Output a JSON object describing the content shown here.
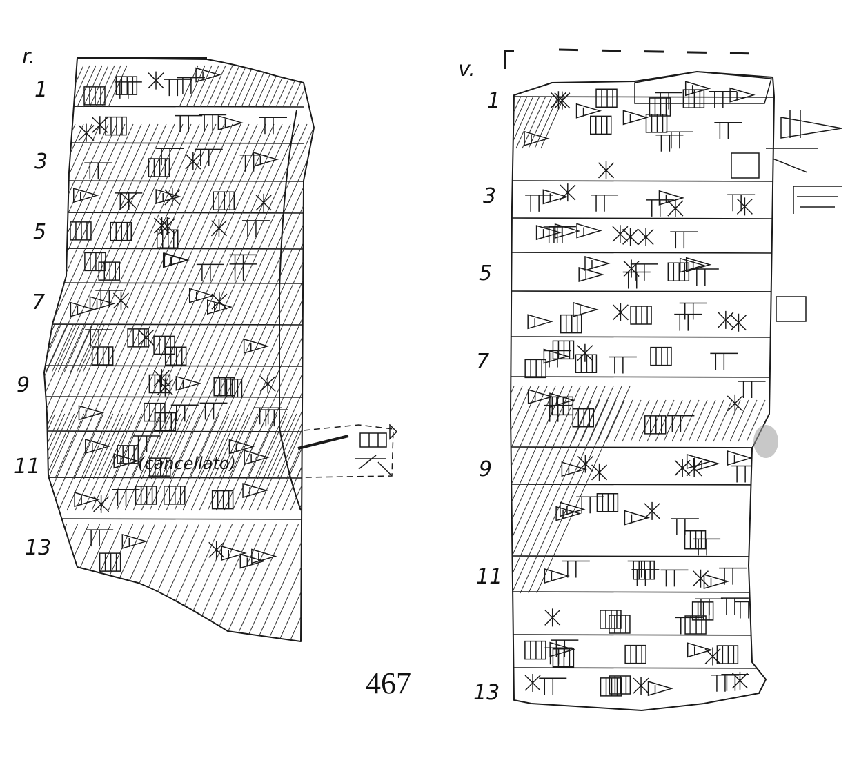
{
  "plate_number": "467",
  "obverse": {
    "side_label": "r.",
    "line_numbers": [
      "1",
      "3",
      "5",
      "7",
      "9",
      "11",
      "13"
    ],
    "erasure_note": "(cancellato)"
  },
  "reverse": {
    "side_label": "v.",
    "line_numbers": [
      "1",
      "3",
      "5",
      "7",
      "9",
      "11",
      "13"
    ]
  },
  "colors": {
    "ink": "#1a1a1a",
    "paper": "#ffffff"
  }
}
